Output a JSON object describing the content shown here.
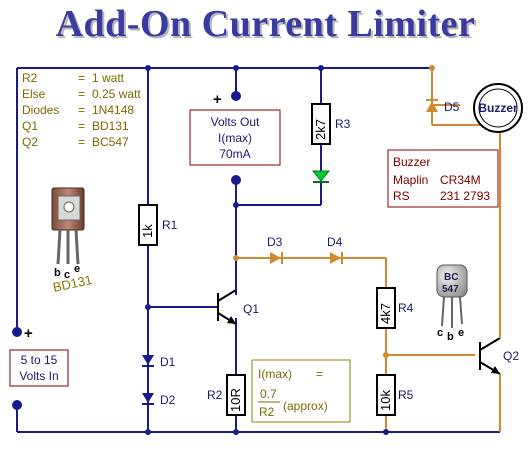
{
  "title": "Add-On Current Limiter",
  "specs": [
    {
      "part": "R2",
      "eq": "=",
      "value": "1 watt"
    },
    {
      "part": "Else",
      "eq": "=",
      "value": "0.25 watt"
    },
    {
      "part": "Diodes",
      "eq": "=",
      "value": "1N4148"
    },
    {
      "part": "Q1",
      "eq": "=",
      "value": "BD131"
    },
    {
      "part": "Q2",
      "eq": "=",
      "value": "BC547"
    }
  ],
  "volts_out": {
    "line1": "Volts Out",
    "line2": "I(max)",
    "line3": "70mA"
  },
  "volts_in": {
    "line1": "5 to 15",
    "line2": "Volts In"
  },
  "buzzer": {
    "label": "Buzzer",
    "box_title": "Buzzer",
    "rows": [
      {
        "a": "Maplin",
        "b": "CR34M"
      },
      {
        "a": "RS",
        "b": "231 2793"
      }
    ]
  },
  "formula": {
    "lhs": "I(max)",
    "eq": "=",
    "num": "0.7",
    "den": "R2",
    "note": "(approx)"
  },
  "components": {
    "r1": {
      "value": "1k",
      "ref": "R1"
    },
    "r2": {
      "value": "10R",
      "ref": "R2"
    },
    "r3": {
      "value": "2k7",
      "ref": "R3"
    },
    "r4": {
      "value": "4k7",
      "ref": "R4"
    },
    "r5": {
      "value": "10k",
      "ref": "R5"
    },
    "d1": "D1",
    "d2": "D2",
    "d3": "D3",
    "d4": "D4",
    "d5": "D5",
    "q1": "Q1",
    "q2": "Q2"
  },
  "packages": {
    "bd131": {
      "name": "BD131",
      "pins": [
        "b",
        "c",
        "e"
      ]
    },
    "bc547": {
      "line1": "BC",
      "line2": "547",
      "pins": [
        "c",
        "b",
        "e"
      ]
    }
  },
  "plus_sign": "+",
  "colors": {
    "wire_main": "#1a1a8a",
    "wire_aux": "#d08a30",
    "led": "#00cc33",
    "title": "#3a3aa0"
  }
}
